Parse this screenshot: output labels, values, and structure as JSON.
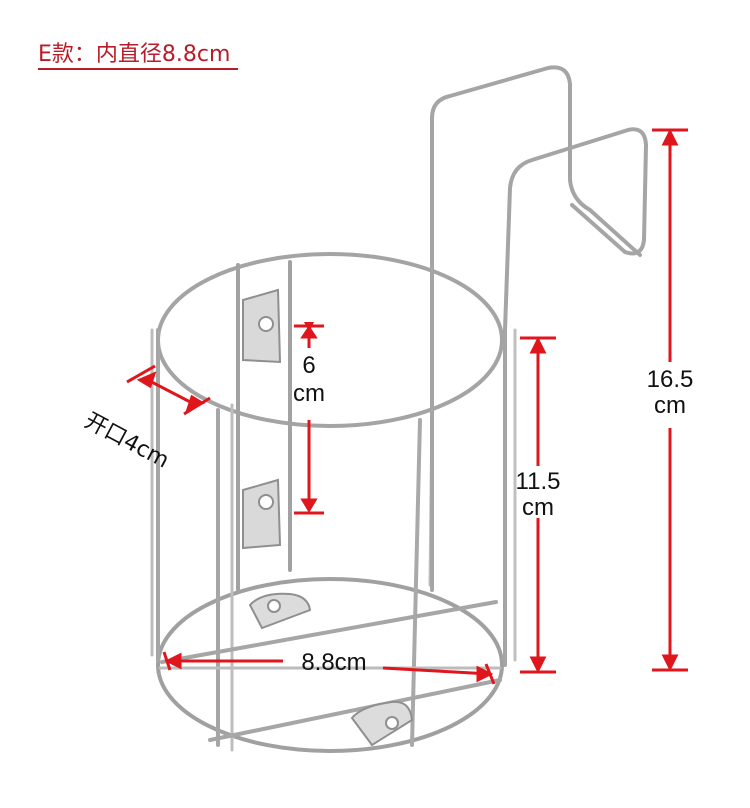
{
  "title": "E款：内直径8.8cm",
  "labels": {
    "top_gap_value": "6",
    "top_gap_unit": "cm",
    "opening": "开口4cm",
    "holder_height_value": "11.5",
    "holder_height_unit": "cm",
    "total_height_value": "16.5",
    "total_height_unit": "cm",
    "diameter": "8.8cm"
  },
  "colors": {
    "title": "#b81c2a",
    "dimension_arrows": "#e0161d",
    "wire": "#9a9a9a"
  }
}
